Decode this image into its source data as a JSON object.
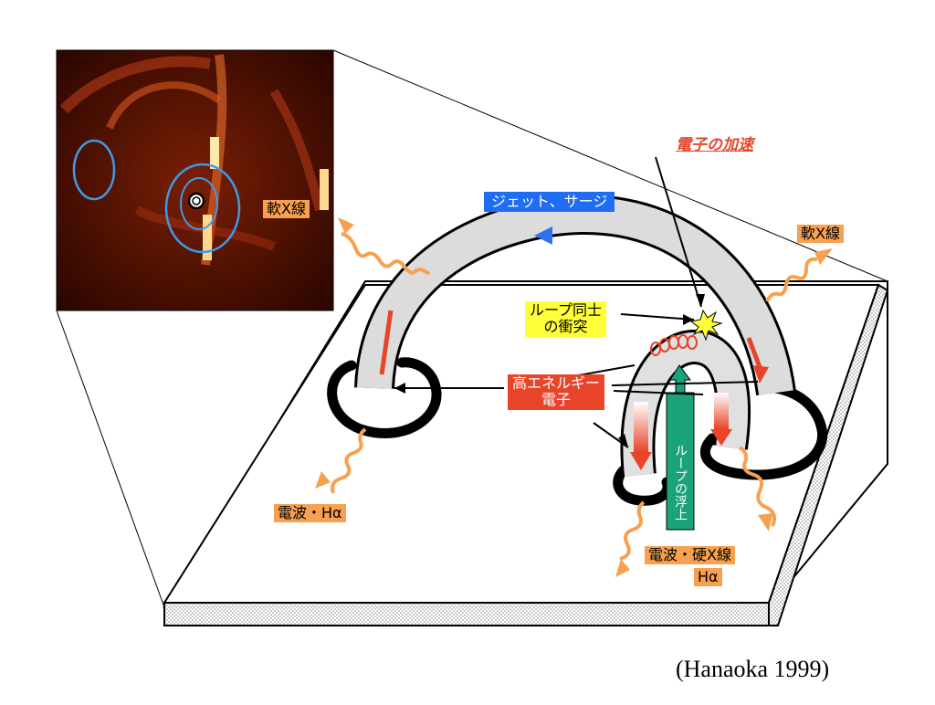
{
  "labels": {
    "soft_xray_left": "軟X線",
    "soft_xray_right": "軟X線",
    "jet_surge": "ジェット、サージ",
    "electron_acceleration": "電子の加速",
    "loop_collision_line1": "ループ同士",
    "loop_collision_line2": "の衝突",
    "high_energy_line1": "高エネルギー",
    "high_energy_line2": "電子",
    "loop_emergence": "ループの浮上",
    "radio_halpha": "電波・Hα",
    "radio_hardxray_line1": "電波・硬X線",
    "radio_hardxray_line2": "Hα"
  },
  "citation": "(Hanaoka 1999)",
  "colors": {
    "label_orange": "#f7a150",
    "label_red": "#e8442a",
    "label_yellow": "#ffff3a",
    "label_blue": "#1f6df2",
    "label_green": "#1aa37a",
    "loop_gray": "#d9d9d9",
    "inset_background": "#3a0a02"
  }
}
